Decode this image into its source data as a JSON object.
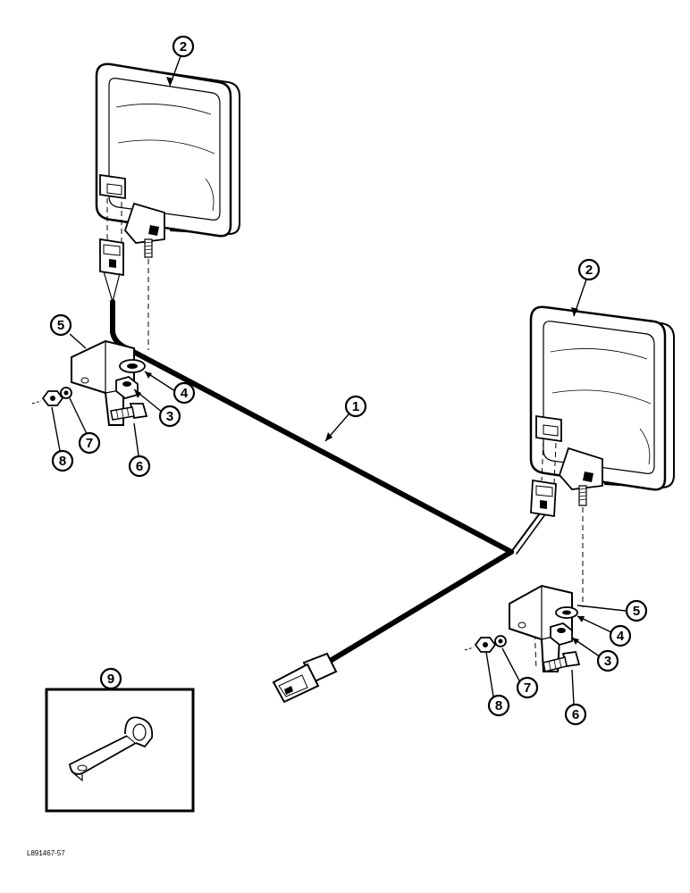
{
  "callouts": {
    "harness": "1",
    "lamp_left": "2",
    "lamp_right": "2",
    "nut_left": "3",
    "washer_left": "4",
    "bracket_left": "5",
    "bolt_left": "6",
    "lockwasher_left": "7",
    "locknut_left": "8",
    "clip_inset": "9",
    "nut_right": "3",
    "washer_right": "4",
    "bracket_right": "5",
    "bolt_right": "6",
    "lockwasher_right": "7",
    "locknut_right": "8"
  },
  "reference_code": "L891467-57"
}
